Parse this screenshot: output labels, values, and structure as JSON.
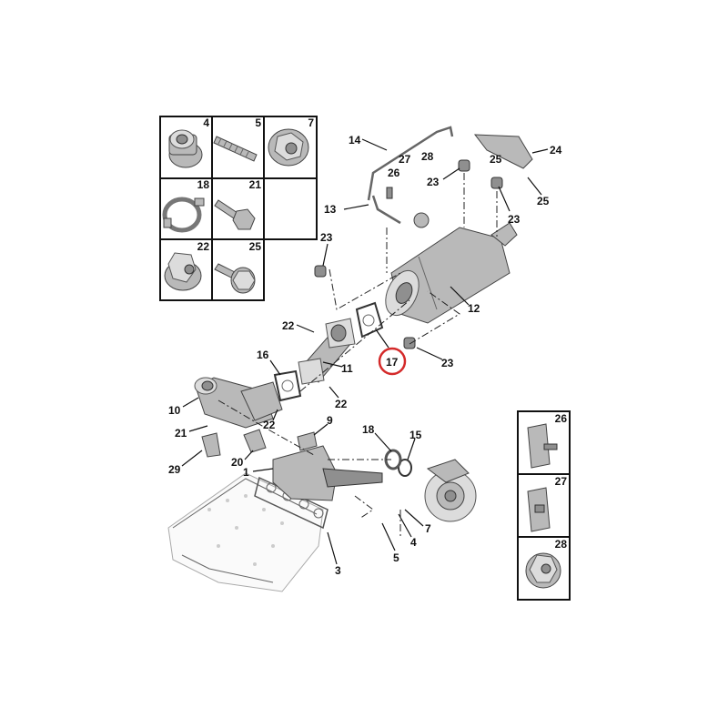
{
  "diagram": {
    "highlight_color": "#d42a2a",
    "highlighted_part": "17",
    "inset_left": [
      "4",
      "5",
      "7",
      "18",
      "21",
      "22",
      "25"
    ],
    "inset_right": [
      "26",
      "27",
      "28"
    ],
    "callouts": {
      "c14": "14",
      "c27": "27",
      "c28": "28",
      "c26": "26",
      "c23a": "23",
      "c25a": "25",
      "c24": "24",
      "c25b": "25",
      "c13": "13",
      "c23b": "23",
      "c23c": "23",
      "c12": "12",
      "c22a": "22",
      "c17": "17",
      "c23d": "23",
      "c16": "16",
      "c11": "11",
      "c22b": "22",
      "c10": "10",
      "c21": "21",
      "c22c": "22",
      "c9": "9",
      "c18": "18",
      "c15": "15",
      "c20": "20",
      "c29": "29",
      "c1": "1",
      "c7": "7",
      "c4": "4",
      "c5": "5",
      "c3": "3"
    }
  }
}
